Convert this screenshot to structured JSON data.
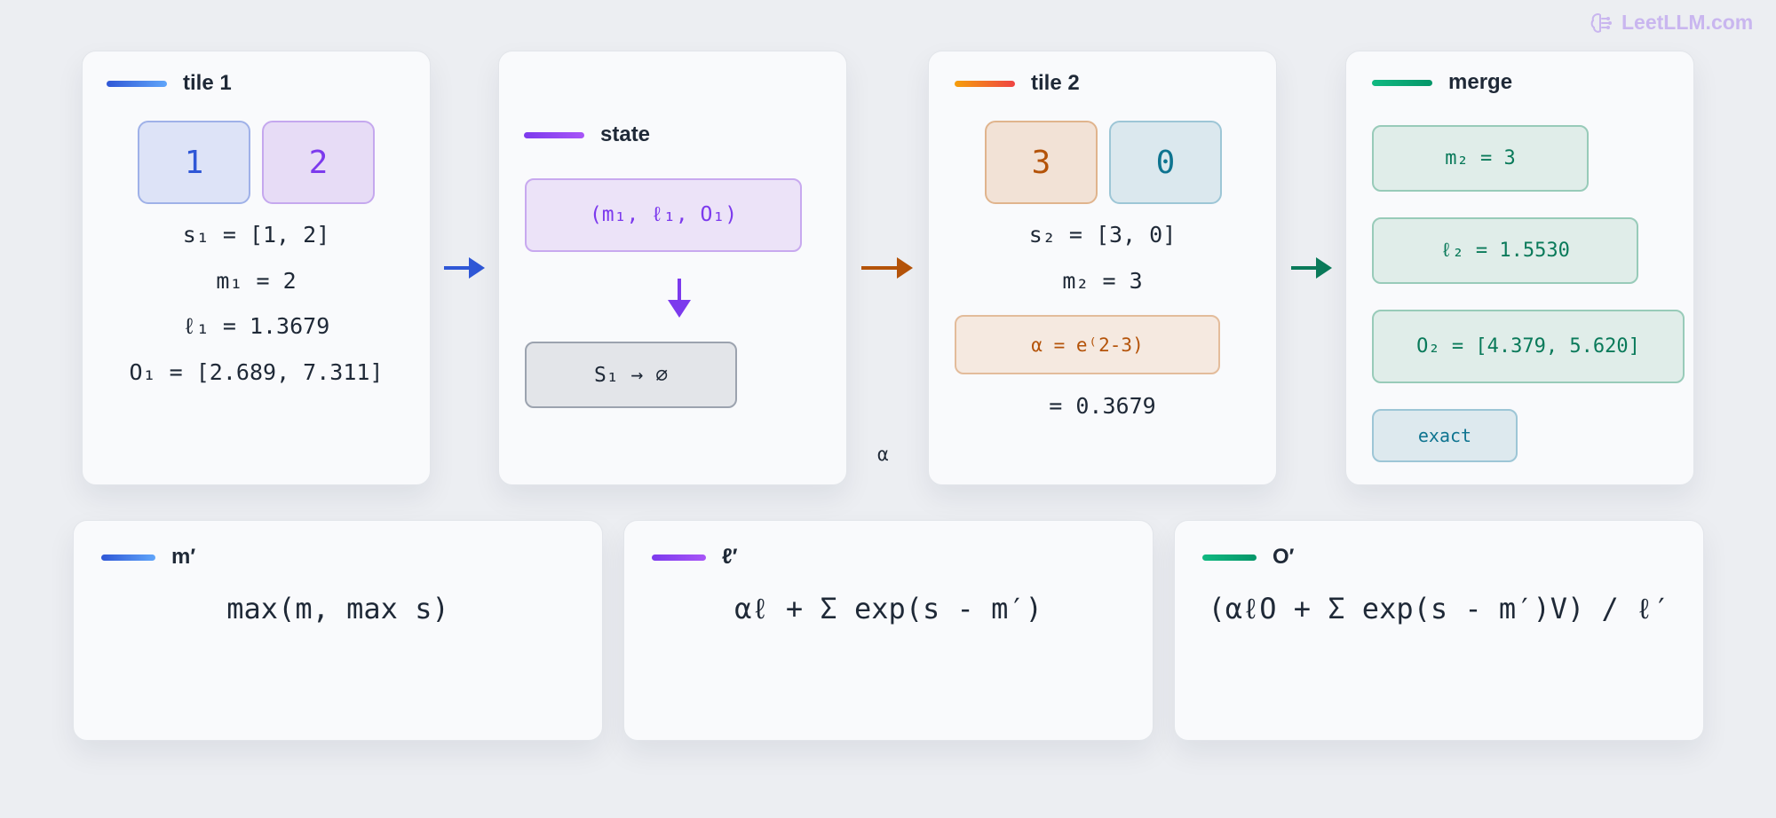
{
  "watermark": {
    "text": "LeetLLM.com",
    "icon": "brain-logo-icon"
  },
  "tile1": {
    "title": "tile 1",
    "cells": [
      "1",
      "2"
    ],
    "lines": [
      "s₁ = [1, 2]",
      "m₁ = 2",
      "ℓ₁ = 1.3679",
      "O₁ = [2.689, 7.311]"
    ]
  },
  "state": {
    "title": "state",
    "tuple": "(m₁, ℓ₁, O₁)",
    "discard": "S₁ → ∅"
  },
  "arrow_label": "α",
  "tile2": {
    "title": "tile 2",
    "cells": [
      "3",
      "0"
    ],
    "lines": [
      "s₂ = [3, 0]",
      "m₂ = 3"
    ],
    "alpha_box": "α = e⁽2-3)",
    "alpha_value": "= 0.3679"
  },
  "merge": {
    "title": "merge",
    "m": "m₂ = 3",
    "l": "ℓ₂ = 1.5530",
    "o": "O₂ = [4.379, 5.620]",
    "badge": "exact"
  },
  "formulas": [
    {
      "title": "m′",
      "expr": "max(m, max s)"
    },
    {
      "title": "ℓ′",
      "expr": "αℓ + Σ exp(s - m′)"
    },
    {
      "title": "O′",
      "expr": "(αℓO + Σ exp(s - m′)V) / ℓ′"
    }
  ],
  "colors": {
    "blue": "#2f57d6",
    "purple": "#7c3aed",
    "orange": "#b45309",
    "green": "#0a7a5a",
    "teal": "#0e7490"
  }
}
